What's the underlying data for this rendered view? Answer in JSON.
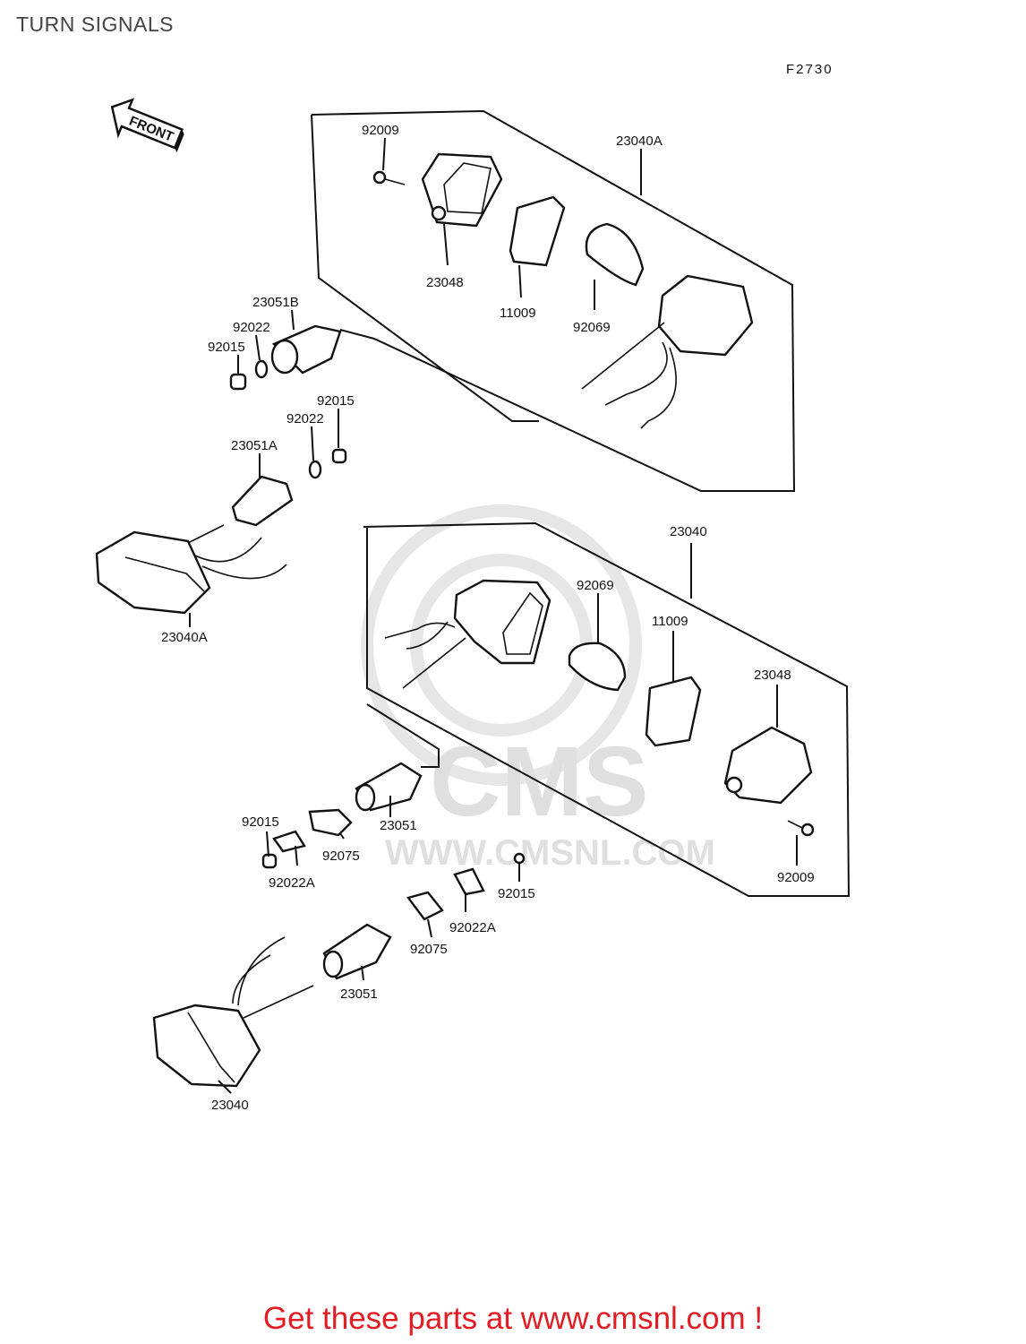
{
  "page_title": "TURN SIGNALS",
  "figure_code": "F2730",
  "front_arrow_label": "FRONT",
  "footer_text": "Get these parts at www.cmsnl.com !",
  "watermark": {
    "logo": "CMS",
    "url": "WWW.CMSNL.COM"
  },
  "accent_color": "#e31b23",
  "labels": [
    "92009",
    "23040A",
    "23048",
    "11009",
    "92069",
    "23051B",
    "92022",
    "92015",
    "92015",
    "92022",
    "23051A",
    "23040A",
    "23040",
    "92069",
    "11009",
    "23048",
    "23051",
    "92015",
    "92075",
    "92022A",
    "92009",
    "92015",
    "92022A",
    "92075",
    "23051",
    "23040"
  ]
}
